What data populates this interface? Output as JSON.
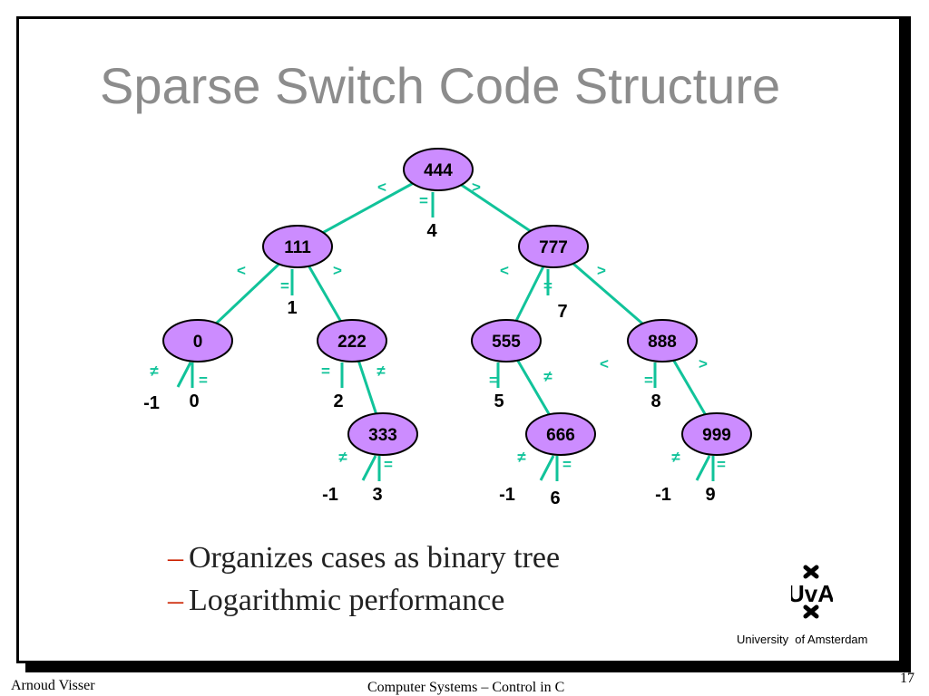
{
  "slide": {
    "title": "Sparse Switch Code Structure",
    "bullets": [
      "Organizes cases as binary tree",
      "Logarithmic performance"
    ],
    "bullet_marker": "–"
  },
  "colors": {
    "edge": "#11c39a",
    "node_fill": "#cc8cff",
    "title": "#8c8c8c",
    "bullet_marker": "#cc2200"
  },
  "tree": {
    "nodes": [
      {
        "id": "n444",
        "label": "444"
      },
      {
        "id": "n111",
        "label": "111"
      },
      {
        "id": "n777",
        "label": "777"
      },
      {
        "id": "n0",
        "label": "0"
      },
      {
        "id": "n222",
        "label": "222"
      },
      {
        "id": "n555",
        "label": "555"
      },
      {
        "id": "n888",
        "label": "888"
      },
      {
        "id": "n333",
        "label": "333"
      },
      {
        "id": "n666",
        "label": "666"
      },
      {
        "id": "n999",
        "label": "999"
      }
    ],
    "operators": [
      "<",
      "=",
      ">",
      "≠"
    ],
    "leaf_values": [
      "4",
      "1",
      "7",
      "-1",
      "0",
      "2",
      "5",
      "8",
      "-1",
      "3",
      "-1",
      "6",
      "-1",
      "9"
    ]
  },
  "logo": {
    "icon": "university-of-amsterdam-logo",
    "text": "UvA"
  },
  "university": "University  of Amsterdam",
  "footer": {
    "author": "Arnoud Visser",
    "course": "Computer Systems – Control in C",
    "page": "17"
  }
}
